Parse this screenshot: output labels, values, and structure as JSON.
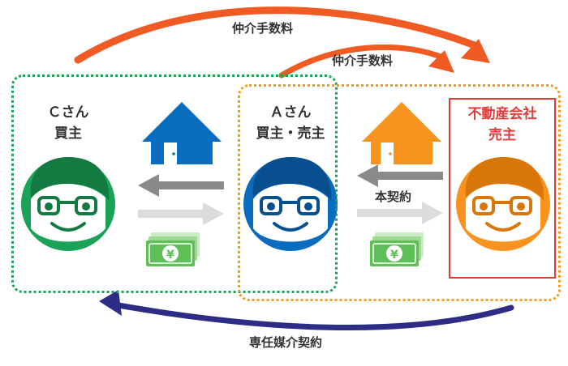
{
  "fees": {
    "top": "仲介手数料",
    "middle": "仲介手数料"
  },
  "persons": {
    "c": {
      "name": "Ｃさん",
      "role": "買主"
    },
    "a": {
      "name": "Ａさん",
      "role": "買主・売主"
    },
    "agent": {
      "name": "不動産会社",
      "role": "売主"
    }
  },
  "contract_main": "本契約",
  "contract_exclusive": "専任媒介契約",
  "yen": "¥",
  "colors": {
    "green": "#1aa257",
    "blue": "#0a6cbf",
    "orange": "#f7931e",
    "red": "#e33a3a",
    "arrow_orange": "#f05a23",
    "arrow_navy": "#2d2d86",
    "money": "#5dbf56"
  }
}
